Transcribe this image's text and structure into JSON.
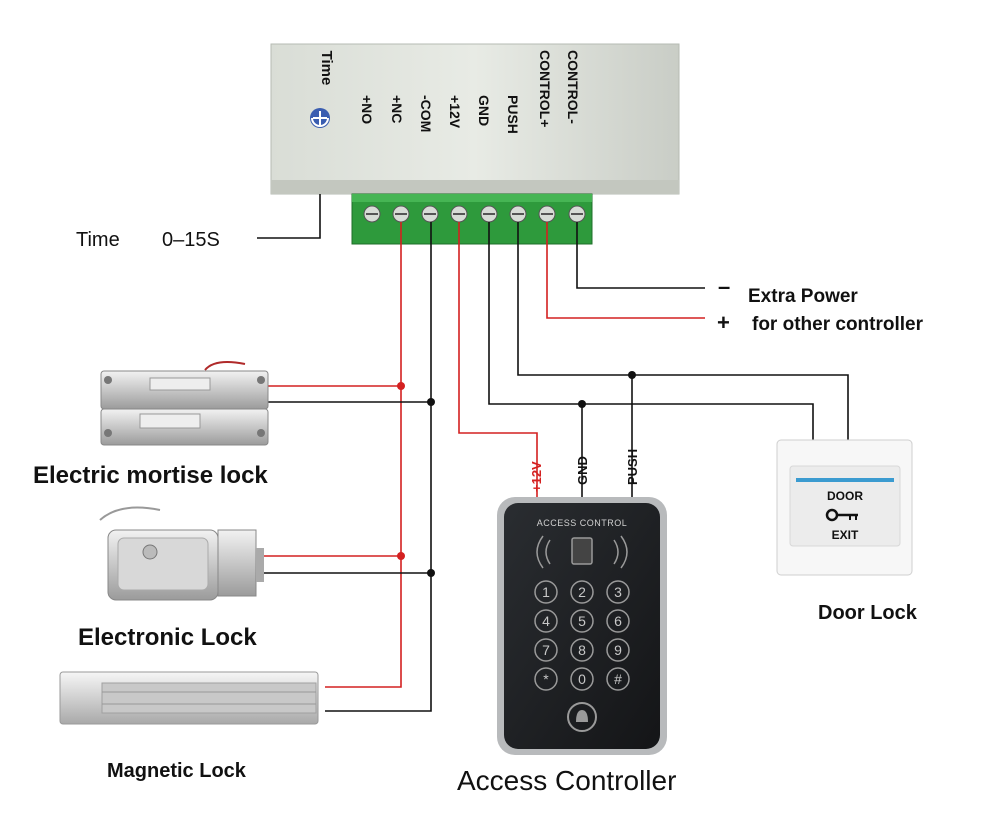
{
  "power_supply": {
    "time_label": "Time",
    "terminals": [
      "+NO",
      "+NC",
      "-COM",
      "+12V",
      "GND",
      "PUSH",
      "CONTROL+",
      "CONTROL-"
    ]
  },
  "labels": {
    "time_range_label": "Time",
    "time_range_value": "0–15S",
    "extra_power_minus": "–",
    "extra_power_title": "Extra Power",
    "extra_power_plus": "+",
    "extra_power_sub": "for other controller",
    "electric_mortise_lock": "Electric mortise lock",
    "electronic_lock": "Electronic Lock",
    "magnetic_lock": "Magnetic Lock",
    "door_lock": "Door Lock",
    "access_controller": "Access Controller"
  },
  "wire_labels": {
    "v12": "+12V",
    "gnd": "GND",
    "push": "PUSH"
  },
  "access_panel": {
    "header": "ACCESS CONTROL",
    "keys": [
      "1",
      "2",
      "3",
      "4",
      "5",
      "6",
      "7",
      "8",
      "9",
      "*",
      "0",
      "#"
    ]
  },
  "exit_button": {
    "top": "DOOR",
    "bottom": "EXIT"
  },
  "colors": {
    "red_wire": "#d42020",
    "black_wire": "#111111",
    "terminal_green": "#2e9a3c",
    "panel_dark": "#1d1f22"
  }
}
